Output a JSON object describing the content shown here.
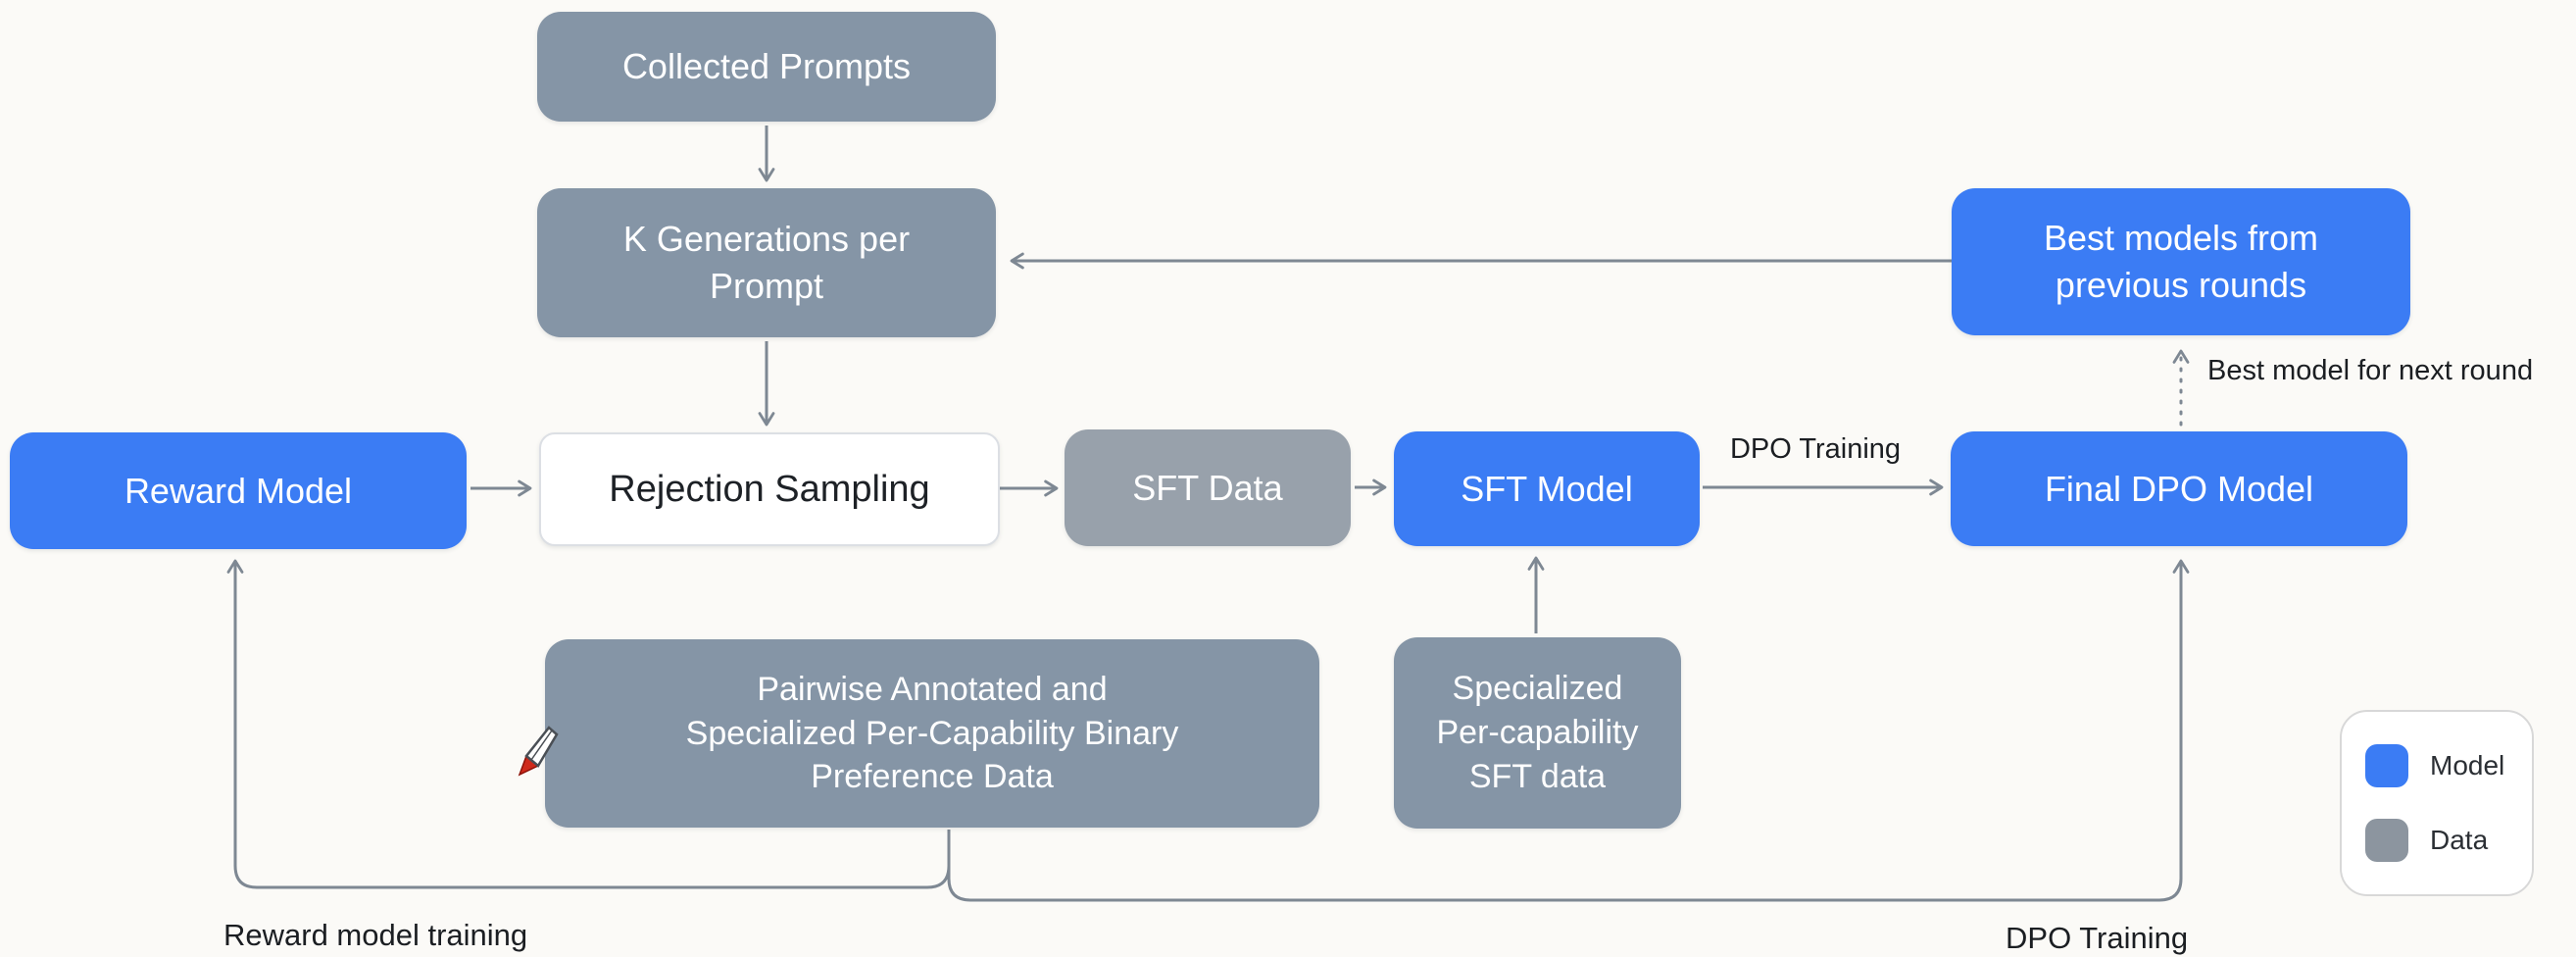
{
  "diagram": {
    "nodes": {
      "collected_prompts": {
        "label": "Collected Prompts",
        "type": "data"
      },
      "k_generations": {
        "label": "K Generations per\nPrompt",
        "type": "data"
      },
      "rejection_sampling": {
        "label": "Rejection Sampling",
        "type": "process"
      },
      "reward_model": {
        "label": "Reward Model",
        "type": "model"
      },
      "sft_data": {
        "label": "SFT Data",
        "type": "data"
      },
      "sft_model": {
        "label": "SFT Model",
        "type": "model"
      },
      "final_dpo_model": {
        "label": "Final DPO Model",
        "type": "model"
      },
      "best_models": {
        "label": "Best models from\nprevious rounds",
        "type": "model"
      },
      "pairwise_preference_data": {
        "label": "Pairwise Annotated and\nSpecialized Per-Capability Binary\nPreference Data",
        "type": "data"
      },
      "specialized_sft_data": {
        "label": "Specialized\nPer-capability\nSFT data",
        "type": "data"
      }
    },
    "edge_labels": {
      "dpo_training_mid": "DPO Training",
      "best_model_next_round": "Best model for next round",
      "reward_model_training": "Reward model training",
      "dpo_training_bottom": "DPO Training"
    },
    "legend": {
      "items": [
        {
          "label": "Model",
          "color": "#3B7CF4"
        },
        {
          "label": "Data",
          "color": "#8C959F"
        }
      ]
    },
    "icons": {
      "cursor": "pencil-cursor"
    },
    "colors": {
      "model_blue": "#3B7CF4",
      "data_slate_gray": "#8595A6",
      "sft_data_gray": "#98A1AB",
      "connector_gray": "#7E8893",
      "background": "#FBFAF7"
    }
  }
}
